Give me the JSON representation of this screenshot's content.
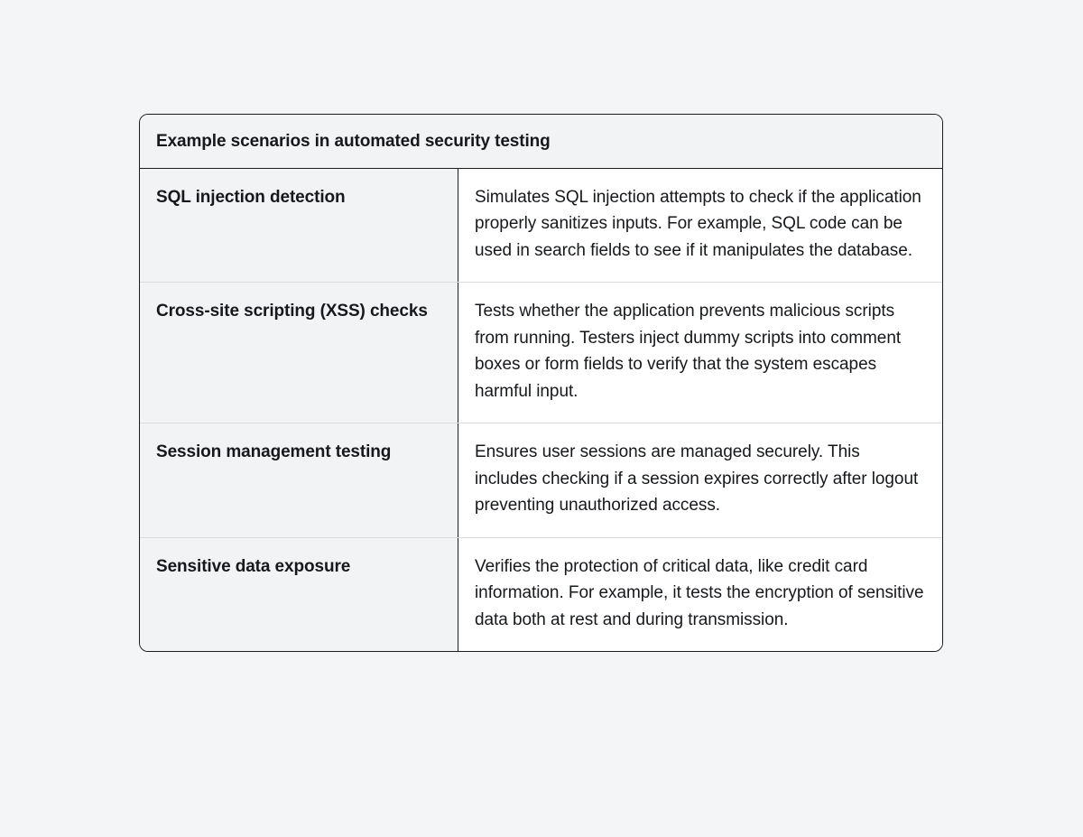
{
  "page": {
    "background_color": "#f4f5f7"
  },
  "table": {
    "border_color": "#1c1c1e",
    "label_column_background": "#f2f3f5",
    "description_column_background": "#ffffff",
    "row_divider_color": "#d9dbdf",
    "text_color": "#16181c",
    "header": {
      "title": "Example scenarios in automated security testing"
    },
    "rows": [
      {
        "label": "SQL injection detection",
        "description": "Simulates SQL injection attempts to check if the application properly sanitizes inputs. For example, SQL code can be used in search fields to see if it manipulates the database."
      },
      {
        "label": "Cross-site scripting (XSS) checks",
        "description": "Tests whether the application prevents malicious scripts from running. Testers inject dummy scripts into comment boxes or form fields to verify that the system escapes harmful input."
      },
      {
        "label": "Session management testing",
        "description": "Ensures user sessions are managed securely. This includes checking if a session expires correctly after logout preventing unauthorized access."
      },
      {
        "label": "Sensitive data exposure",
        "description": "Verifies the protection of critical data, like credit card information. For example, it tests the encryption of sensitive data both at rest and during transmission."
      }
    ]
  }
}
